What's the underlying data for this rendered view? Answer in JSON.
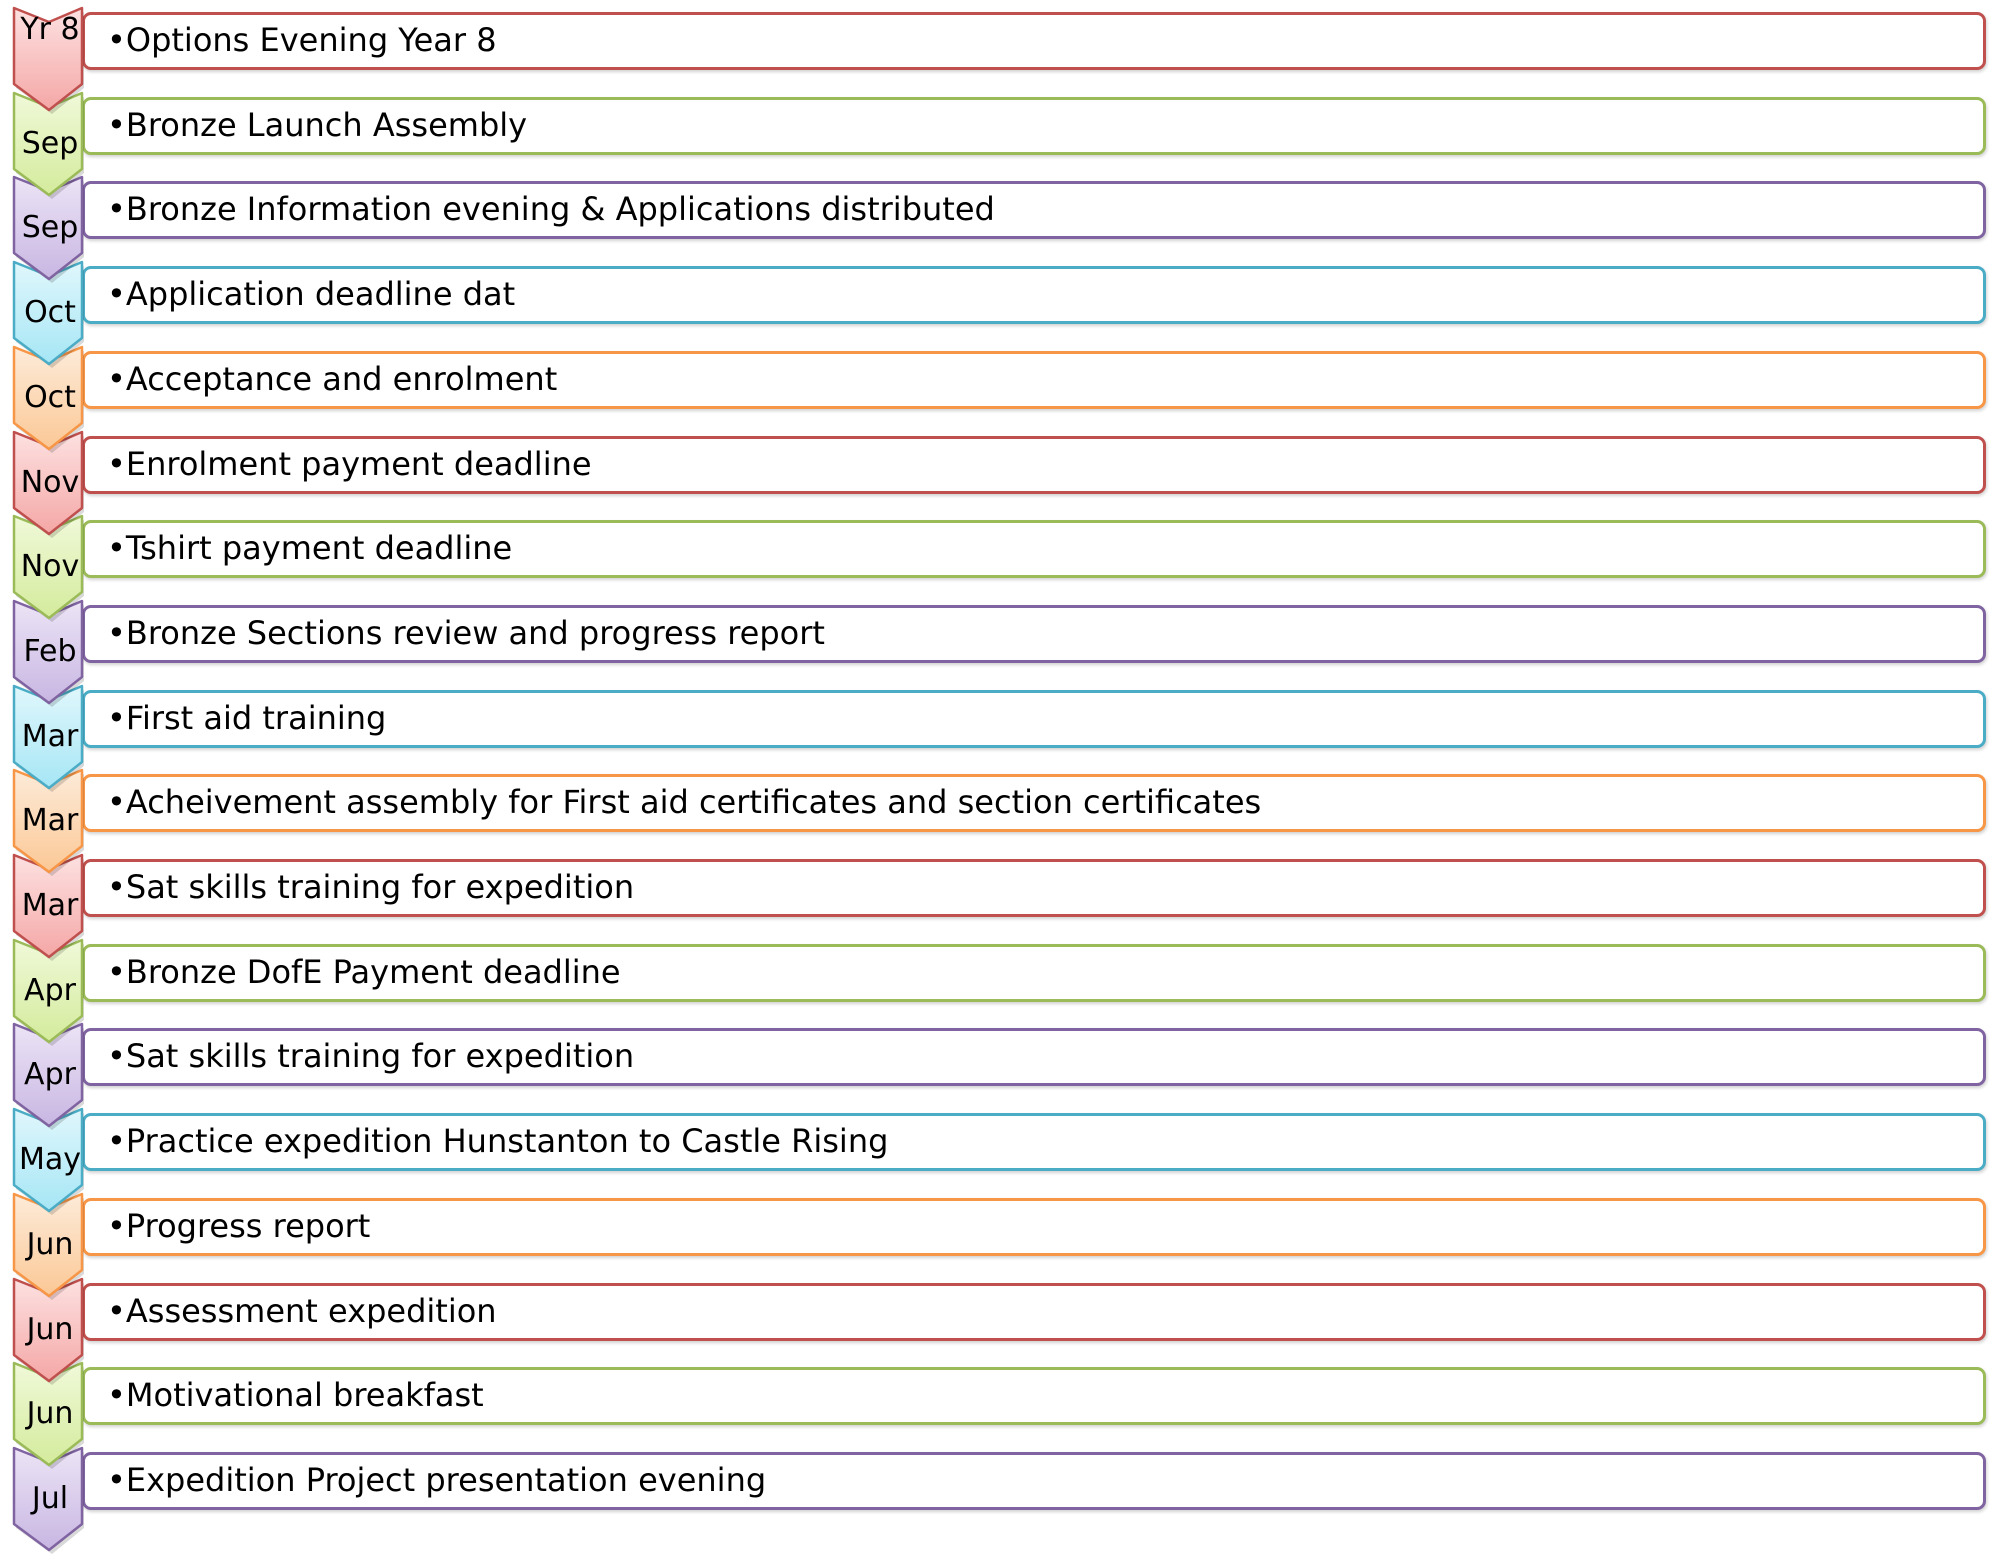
{
  "colors": {
    "red": {
      "border": "#c0504d",
      "fill": "#f4a7a6",
      "fill_light": "#fde1e1"
    },
    "green": {
      "border": "#9bbb59",
      "fill": "#d4eb9c",
      "fill_light": "#f0f9d9"
    },
    "purple": {
      "border": "#8064a2",
      "fill": "#c8b6e2",
      "fill_light": "#ece4f6"
    },
    "teal": {
      "border": "#4bacc6",
      "fill": "#a6e6f5",
      "fill_light": "#e0f7fc"
    },
    "orange": {
      "border": "#f79646",
      "fill": "#fbc896",
      "fill_light": "#fdebd9"
    }
  },
  "events": [
    {
      "month": "Yr 8",
      "text": "•Options Evening Year 8",
      "color": "red"
    },
    {
      "month": "Sep",
      "text": "•Bronze Launch Assembly",
      "color": "green"
    },
    {
      "month": "Sep",
      "text": "•Bronze Information evening & Applications distributed",
      "color": "purple"
    },
    {
      "month": "Oct",
      "text": "•Application deadline dat",
      "color": "teal"
    },
    {
      "month": "Oct",
      "text": "•Acceptance and enrolment",
      "color": "orange"
    },
    {
      "month": "Nov",
      "text": "•Enrolment payment deadline",
      "color": "red"
    },
    {
      "month": "Nov",
      "text": "•Tshirt payment deadline",
      "color": "green"
    },
    {
      "month": "Feb",
      "text": "•Bronze Sections review and progress report",
      "color": "purple"
    },
    {
      "month": "Mar",
      "text": "•First aid training",
      "color": "teal"
    },
    {
      "month": "Mar",
      "text": "•Acheivement assembly for First aid certificates and section certificates",
      "color": "orange"
    },
    {
      "month": "Mar",
      "text": "•Sat skills training for expedition",
      "color": "red"
    },
    {
      "month": "Apr",
      "text": "•Bronze DofE Payment deadline",
      "color": "green"
    },
    {
      "month": "Apr",
      "text": "•Sat skills training for expedition",
      "color": "purple"
    },
    {
      "month": "May",
      "text": "•Practice expedition Hunstanton to Castle Rising",
      "color": "teal"
    },
    {
      "month": "Jun",
      "text": "•Progress report",
      "color": "orange"
    },
    {
      "month": "Jun",
      "text": "•Assessment expedition",
      "color": "red"
    },
    {
      "month": "Jun",
      "text": "•Motivational breakfast",
      "color": "green"
    },
    {
      "month": "Jul",
      "text": "•Expedition Project presentation evening",
      "color": "purple"
    }
  ]
}
